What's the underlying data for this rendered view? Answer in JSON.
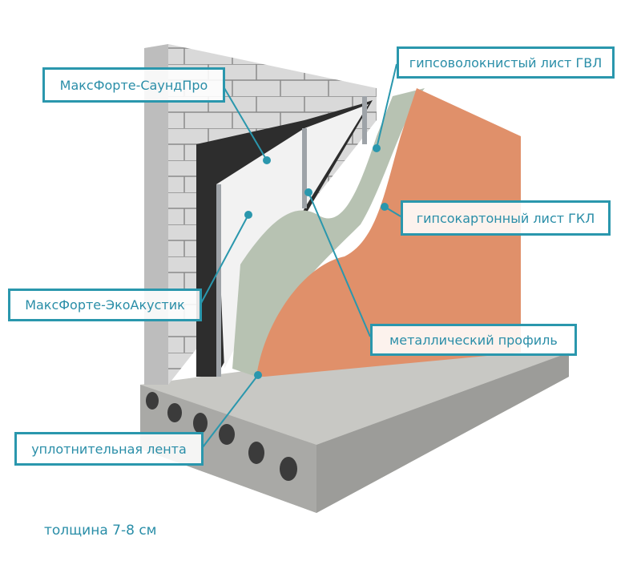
{
  "labels": {
    "soundpro": "МаксФорте-СаундПро",
    "gvl": "гипсоволокнистый лист ГВЛ",
    "gkl": "гипсокартонный лист ГКЛ",
    "ecoacoustic": "МаксФорте-ЭкоАкустик",
    "profile": "металлический профиль",
    "tape": "уплотнительная лента"
  },
  "thickness": "толщина 7-8 см",
  "colors": {
    "accent": "#2a97ad",
    "text": "#2a8ea8",
    "plaster": "#e0906a",
    "gvl": "#b7c2b2",
    "membrane": "#2d2d2d"
  }
}
